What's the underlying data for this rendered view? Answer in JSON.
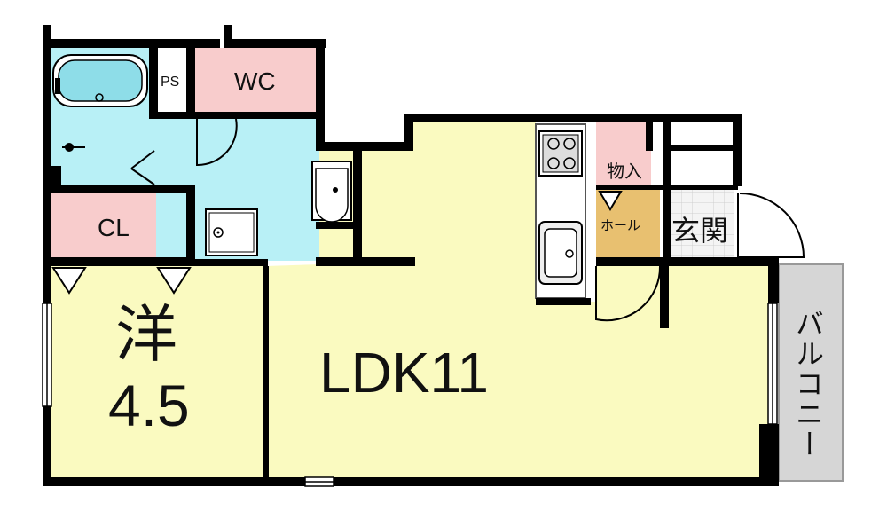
{
  "plan": {
    "rooms": {
      "ldk": "LDK11",
      "western_name": "洋",
      "western_size": "4.5",
      "closet": "CL",
      "toilet": "WC",
      "pipe_space": "PS",
      "storage": "物入",
      "hall": "ホール",
      "entrance": "玄関",
      "balcony": "バルコニー"
    },
    "colors": {
      "wall": "#000000",
      "ldk_floor": "#fafac0",
      "western_floor": "#fafac0",
      "wet_area": "#b8f0f6",
      "closet_toilet": "#f8cccc",
      "hall_floor": "#e8c070",
      "balcony": "#d6d6d6",
      "kitchen_counter": "#ffffff"
    }
  }
}
